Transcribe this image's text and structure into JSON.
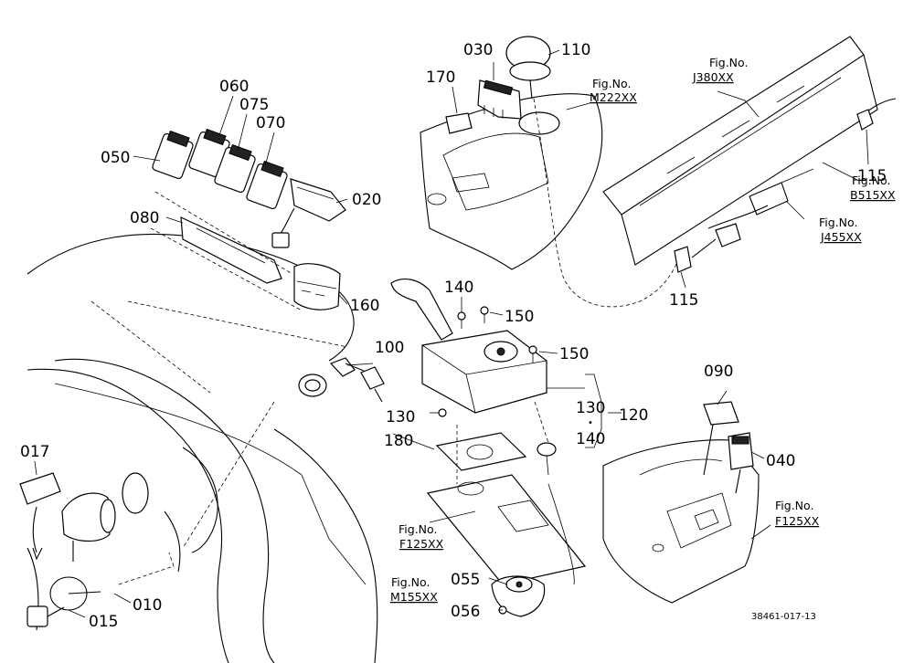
{
  "parts": {
    "p050": "050",
    "p060": "060",
    "p075": "075",
    "p070": "070",
    "p020": "020",
    "p080": "080",
    "p160": "160",
    "p030": "030",
    "p110": "110",
    "p170": "170",
    "p115a": "115",
    "p115b": "115",
    "p140": "140",
    "p150a": "150",
    "p150b": "150",
    "p100": "100",
    "p130a": "130",
    "p130b": "130",
    "p140b": "140",
    "p120": "120",
    "p180": "180",
    "p090": "090",
    "p040": "040",
    "p017": "017",
    "p010": "010",
    "p015": "015",
    "p055": "055",
    "p056": "056"
  },
  "figrefs": {
    "m222": {
      "title": "Fig.No.",
      "code": "M222XX"
    },
    "j380": {
      "title": "Fig.No.",
      "code": "J380XX"
    },
    "b515": {
      "title": "Fig.No.",
      "code": "B515XX"
    },
    "j455": {
      "title": "Fig.No.",
      "code": "J455XX"
    },
    "f125a": {
      "title": "Fig.No.",
      "code": "F125XX"
    },
    "f125b": {
      "title": "Fig.No.",
      "code": "F125XX"
    },
    "m155": {
      "title": "Fig.No.",
      "code": "M155XX"
    }
  },
  "reference_code": "38461-017-13",
  "colors": {
    "line": "#000000",
    "background": "#ffffff"
  }
}
